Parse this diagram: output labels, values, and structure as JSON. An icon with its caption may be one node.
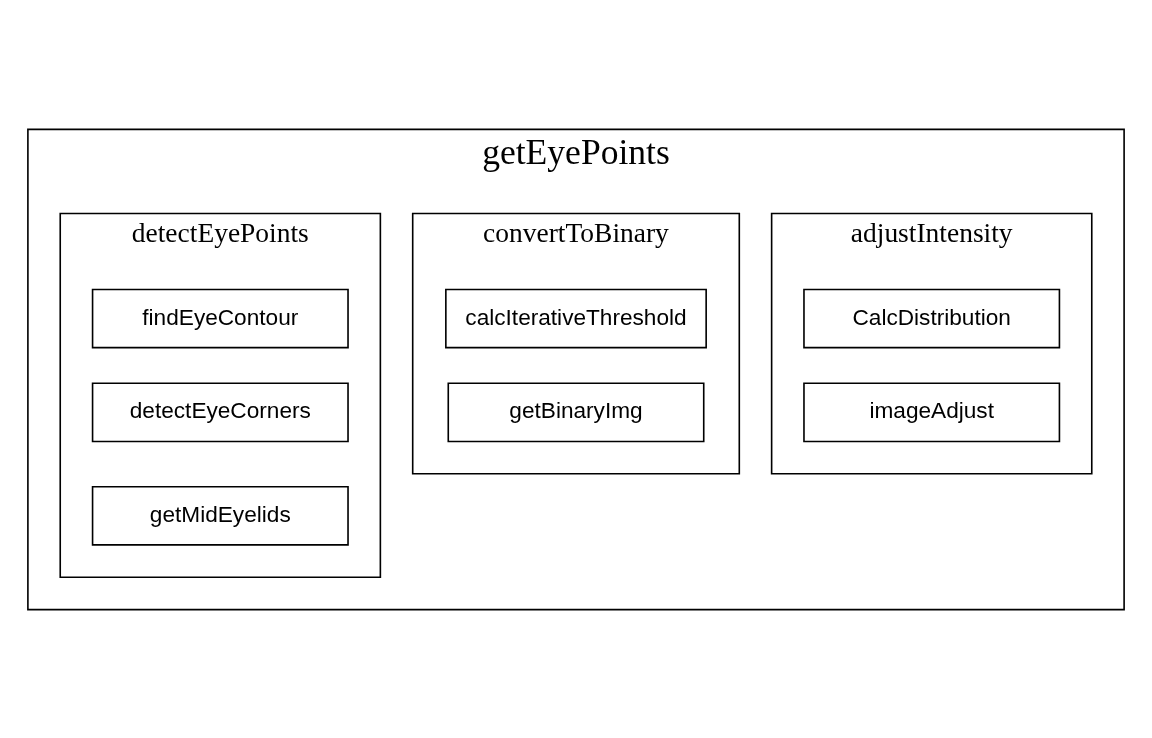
{
  "diagram": {
    "nodes": [
      {
        "text": [
          "getEyePoints"
        ]
      },
      {
        "text": [
          "adjustIntensity"
        ],
        "in": 0
      },
      {
        "text": [
          "CalcDistribution"
        ],
        "in": 1
      },
      {
        "text": [
          "imageAdjust"
        ],
        "in": 1
      },
      {
        "text": [
          "convertToBinary"
        ],
        "in": 0
      },
      {
        "text": [
          "calcIterativeThreshold"
        ],
        "in": 4
      },
      {
        "text": [
          "getBinaryImg"
        ],
        "in": 4
      },
      {
        "text": [
          "detectEyePoints"
        ],
        "in": 0
      },
      {
        "text": [
          "findEyeContour"
        ],
        "in": 7
      },
      {
        "text": [
          "detectEyeCorners"
        ],
        "in": 7
      },
      {
        "text": [
          "getMidEyelids"
        ],
        "in": 7
      }
    ],
    "edges": []
  }
}
